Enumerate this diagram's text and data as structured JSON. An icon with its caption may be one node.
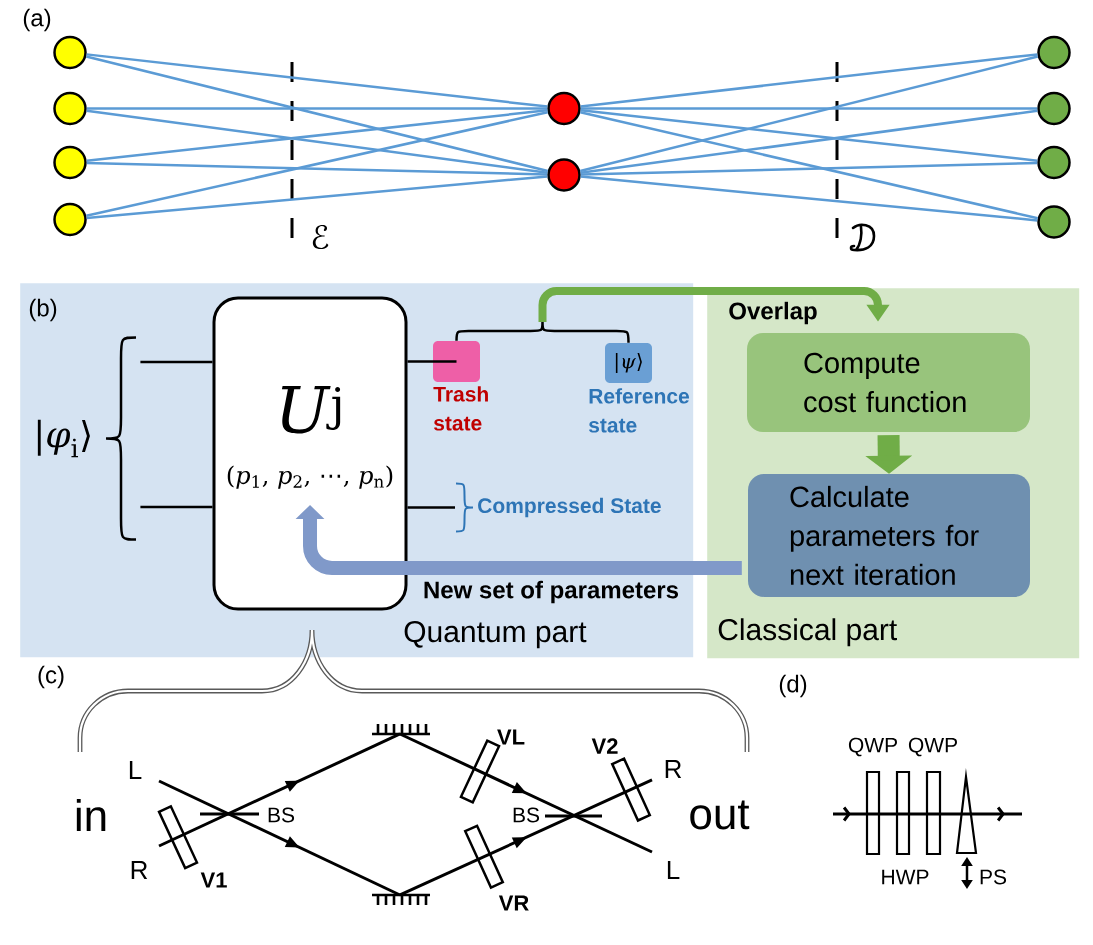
{
  "diagram": {
    "nodes": [
      {
        "text": [],
        "shape": "circle"
      },
      {
        "text": [],
        "shape": "circle"
      },
      {
        "text": [],
        "shape": "circle"
      },
      {
        "text": [],
        "shape": "circle"
      },
      {
        "text": [],
        "shape": "circle"
      },
      {
        "text": [],
        "shape": "circle"
      },
      {
        "text": [],
        "shape": "circle"
      },
      {
        "text": [],
        "shape": "circle"
      },
      {
        "text": [],
        "shape": "circle"
      },
      {
        "text": [],
        "shape": "circle"
      },
      {
        "text": [
          "Quantum part"
        ]
      },
      {
        "text": [
          "|*φ*$_{i}$⟩"
        ],
        "in": 10
      },
      {
        "text": [
          "*U*$^{j}$",
          "(*p*$_{1}$, *p*$_{2}$, ⋯, *p*$_{n}$)"
        ],
        "in": 10
      },
      {
        "text": [],
        "shape": "box",
        "beside": [
          "Trash state"
        ],
        "in": 10
      },
      {
        "text": [
          "|*ψ*⟩"
        ],
        "beside": [
          "Reference state"
        ],
        "in": 10
      },
      {
        "text": [
          "Compressed State"
        ],
        "in": 10
      },
      {
        "text": [
          "Classical part"
        ]
      },
      {
        "text": [
          "Compute cost function"
        ],
        "in": 16
      },
      {
        "text": [
          "Calculate parameters for next iteration"
        ],
        "in": 16
      }
    ],
    "edges": [
      {
        "from": 0,
        "to": 4,
        "arrow": "none"
      },
      {
        "from": 0,
        "to": 5,
        "arrow": "none"
      },
      {
        "from": 1,
        "to": 4,
        "arrow": "none"
      },
      {
        "from": 1,
        "to": 5,
        "arrow": "none"
      },
      {
        "from": 2,
        "to": 4,
        "arrow": "none"
      },
      {
        "from": 2,
        "to": 5,
        "arrow": "none"
      },
      {
        "from": 3,
        "to": 4,
        "arrow": "none"
      },
      {
        "from": 3,
        "to": 5,
        "arrow": "none"
      },
      {
        "from": 4,
        "to": 6,
        "arrow": "none"
      },
      {
        "from": 4,
        "to": 7,
        "arrow": "none"
      },
      {
        "from": 4,
        "to": 8,
        "arrow": "none"
      },
      {
        "from": 4,
        "to": 9,
        "arrow": "none"
      },
      {
        "from": 5,
        "to": 6,
        "arrow": "none"
      },
      {
        "from": 5,
        "to": 7,
        "arrow": "none"
      },
      {
        "from": 5,
        "to": 8,
        "arrow": "none"
      },
      {
        "from": 5,
        "to": 9,
        "arrow": "none"
      },
      {
        "from": 11,
        "to": 12,
        "arrow": "none",
        "color": "#000000"
      },
      {
        "from": 11,
        "to": 12,
        "arrow": "none",
        "color": "#000000"
      },
      {
        "from": 12,
        "to": 13,
        "arrow": "none",
        "color": "#000000"
      },
      {
        "from": 12,
        "to": 15,
        "arrow": "none",
        "color": "#000000"
      },
      {
        "from": 13,
        "to": 17,
        "arrow": "to",
        "label": "Overlap",
        "style": "thick",
        "color": "#70ad47"
      },
      {
        "from": 14,
        "to": 17,
        "arrow": "to",
        "style": "thick",
        "color": "#70ad47"
      },
      {
        "from": 17,
        "to": 18,
        "arrow": "to",
        "style": "thick",
        "color": "#70ad47"
      },
      {
        "from": 18,
        "to": 12,
        "arrow": "to",
        "label": "New set of parameters",
        "style": "thick",
        "color": "#8099c9"
      }
    ],
    "labels": [
      "(a)",
      "ℰ",
      "(b)",
      "(c)",
      "(d)",
      "VL",
      "V2",
      "L",
      "R",
      "in",
      "BS",
      "BS",
      "out",
      "R",
      "L",
      "V1",
      "VR",
      "QWP",
      "QWP",
      "HWP",
      "PS"
    ]
  }
}
